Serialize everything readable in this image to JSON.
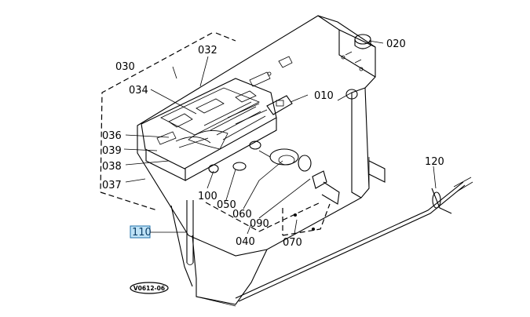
{
  "diagram": {
    "callouts": {
      "c010": "010",
      "c020": "020",
      "c030": "030",
      "c032": "032",
      "c034": "034",
      "c036": "036",
      "c037": "037",
      "c038": "038",
      "c039": "039",
      "c040": "040",
      "c050": "050",
      "c060": "060",
      "c070": "070",
      "c090": "090",
      "c100": "100",
      "c110": "110",
      "c120": "120"
    },
    "highlighted_callout": "110",
    "figure_stamp": "V0612-06"
  }
}
